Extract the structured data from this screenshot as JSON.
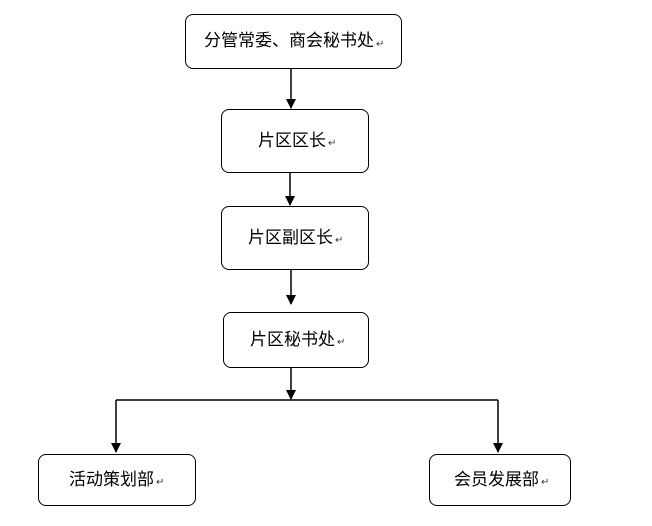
{
  "diagram": {
    "nodes": [
      {
        "id": "n1",
        "label": "分管常委、商会秘书处",
        "mark": "↵"
      },
      {
        "id": "n2",
        "label": "片区区长",
        "mark": "↵"
      },
      {
        "id": "n3",
        "label": "片区副区长",
        "mark": "↵"
      },
      {
        "id": "n4",
        "label": "片区秘书处",
        "mark": "↵"
      },
      {
        "id": "n5",
        "label": "活动策划部",
        "mark": "↵"
      },
      {
        "id": "n6",
        "label": "会员发展部",
        "mark": "↵"
      }
    ],
    "edges": [
      {
        "from": "分管常委、商会秘书处",
        "to": "片区区长"
      },
      {
        "from": "片区区长",
        "to": "片区副区长"
      },
      {
        "from": "片区副区长",
        "to": "片区秘书处"
      },
      {
        "from": "片区秘书处",
        "to": "活动策划部"
      },
      {
        "from": "片区秘书处",
        "to": "会员发展部"
      }
    ],
    "colors": {
      "line": "#000000",
      "box_border": "#000000",
      "text": "#000000"
    }
  }
}
